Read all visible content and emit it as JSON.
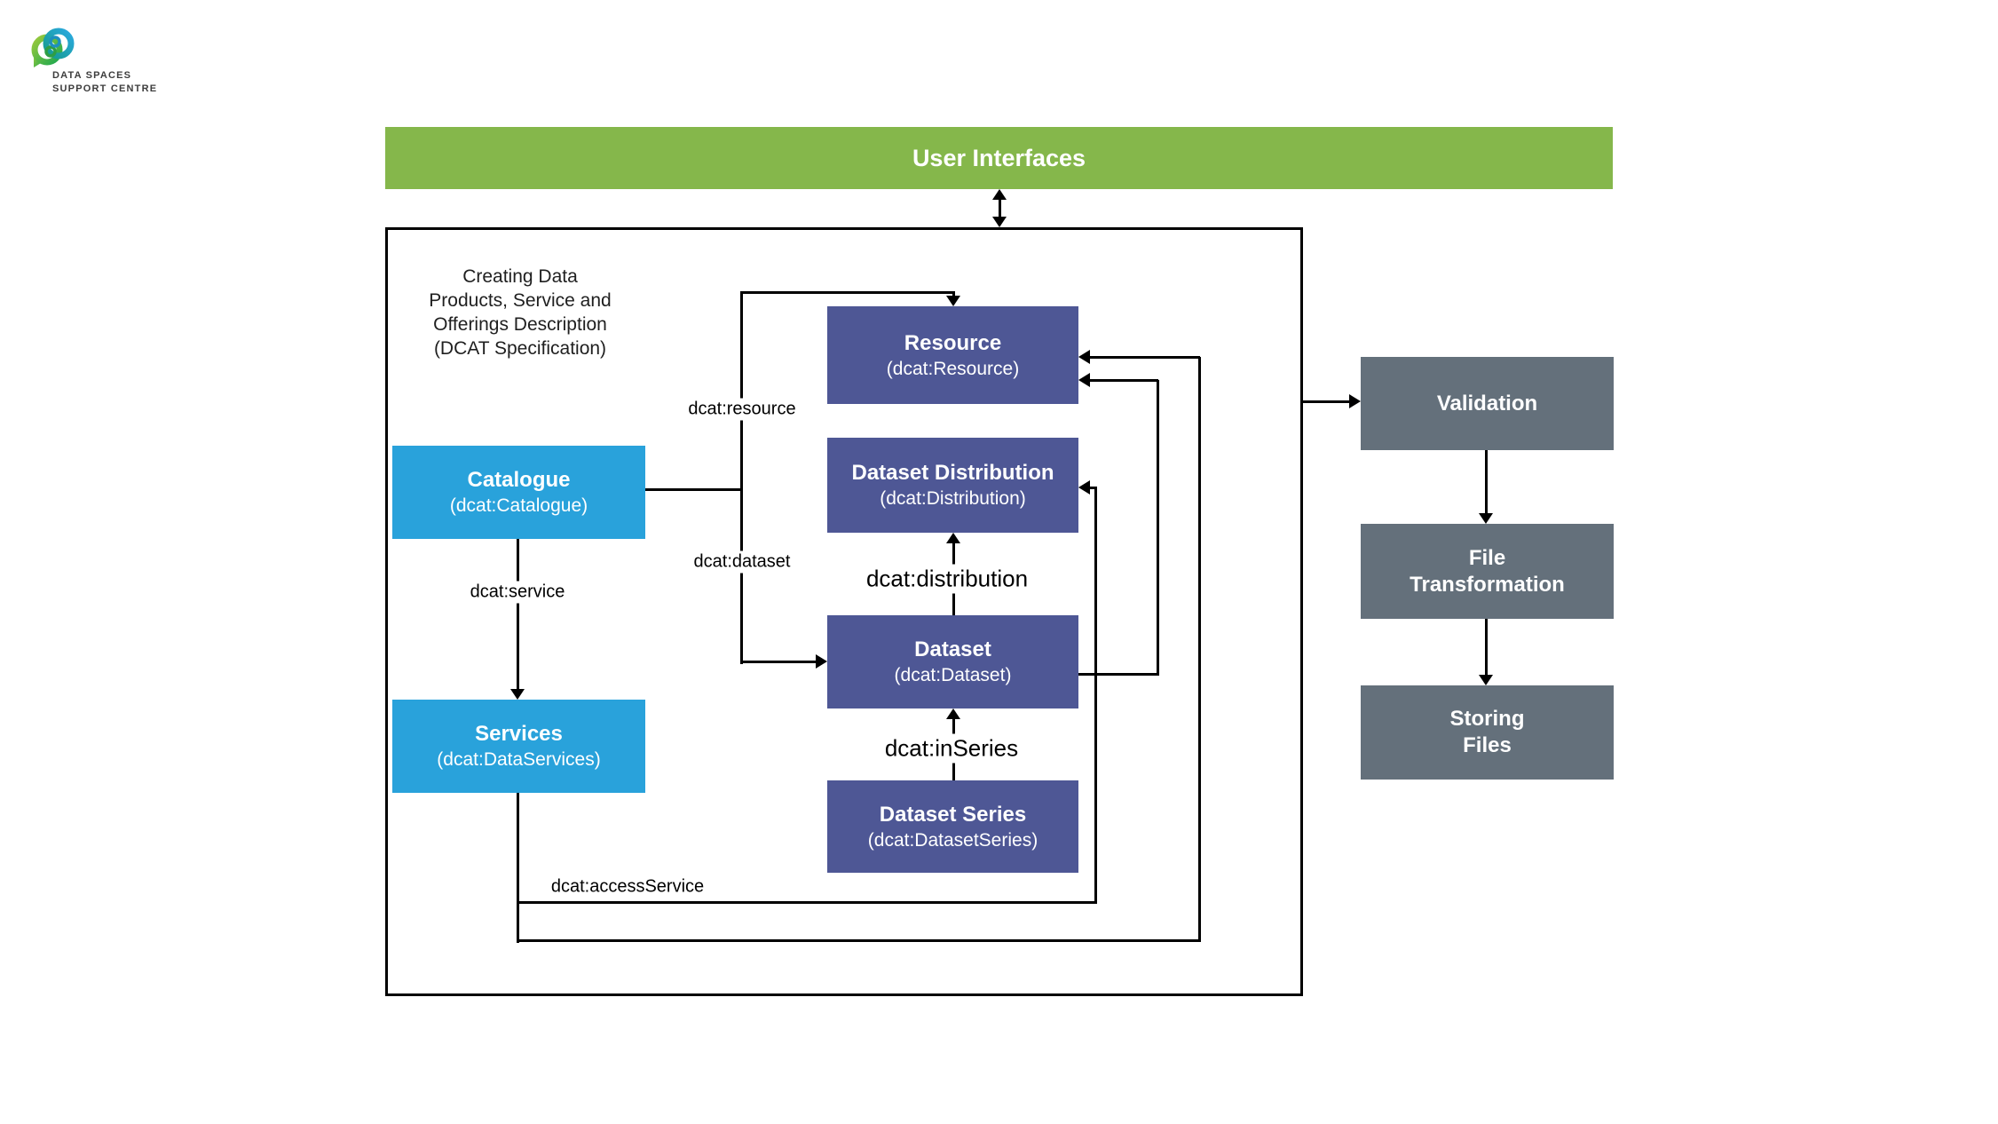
{
  "logo": {
    "line1": "DATA SPACES",
    "line2": "SUPPORT CENTRE"
  },
  "banner": {
    "title": "User Interfaces"
  },
  "dcat": {
    "description_lines": [
      "Creating Data",
      "Products, Service and",
      "Offerings Description",
      "(DCAT Specification)"
    ],
    "catalogue": {
      "title": "Catalogue",
      "subtitle": "(dcat:Catalogue)"
    },
    "services": {
      "title": "Services",
      "subtitle": "(dcat:DataServices)"
    },
    "resource": {
      "title": "Resource",
      "subtitle": "(dcat:Resource)"
    },
    "distribution": {
      "title": "Dataset Distribution",
      "subtitle": "(dcat:Distribution)"
    },
    "dataset": {
      "title": "Dataset",
      "subtitle": "(dcat:Dataset)"
    },
    "dataset_series": {
      "title": "Dataset Series",
      "subtitle": "(dcat:DatasetSeries)"
    },
    "labels": {
      "resource": "dcat:resource",
      "dataset": "dcat:dataset",
      "service": "dcat:service",
      "distribution": "dcat:distribution",
      "in_series": "dcat:inSeries",
      "access_service": "dcat:accessService"
    }
  },
  "pipeline": {
    "validation": {
      "title": "Validation"
    },
    "file_transformation": {
      "line1": "File",
      "line2": "Transformation"
    },
    "storing_files": {
      "line1": "Storing",
      "line2": "Files"
    }
  },
  "colors": {
    "banner_green": "#85B74B",
    "node_blue": "#29A2DB",
    "node_purple": "#4E5795",
    "node_gray": "#64707B",
    "connector": "#000000"
  }
}
